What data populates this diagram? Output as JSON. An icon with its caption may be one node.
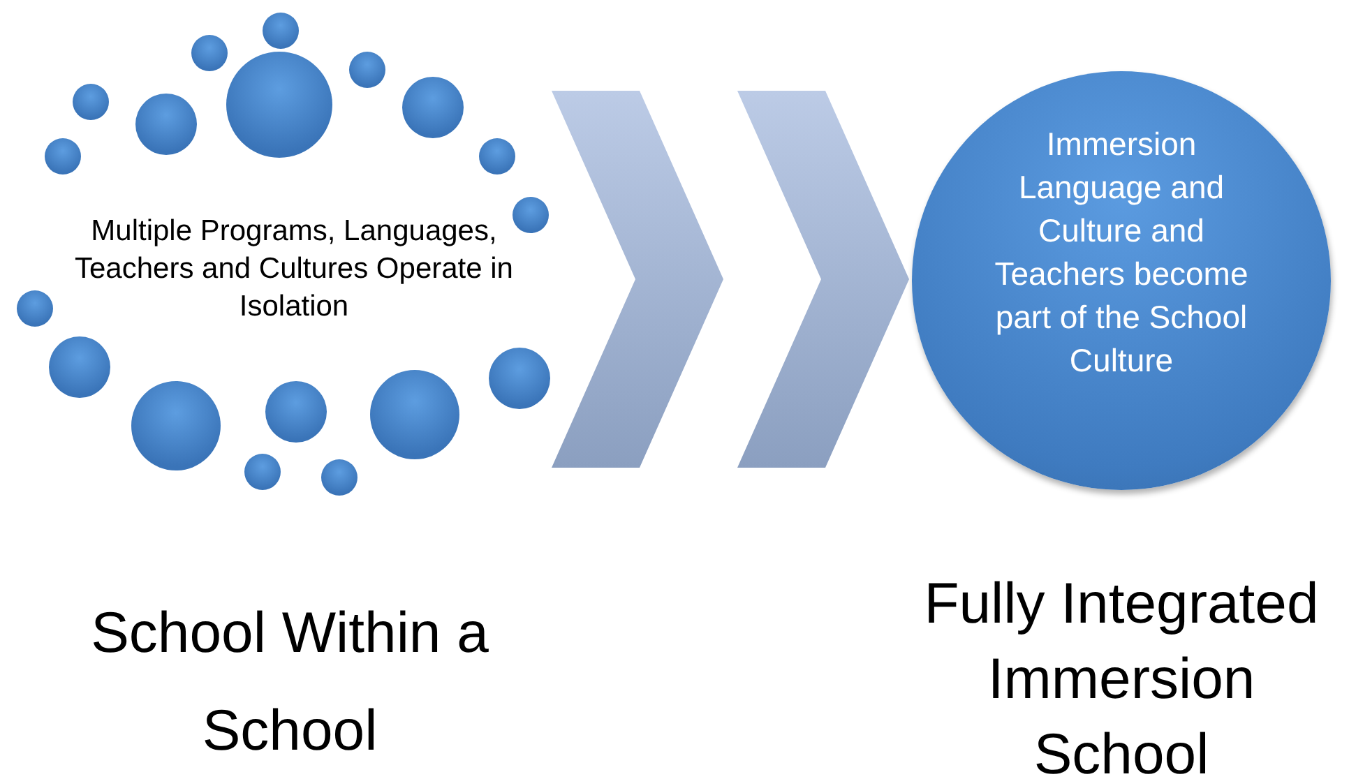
{
  "diagram": {
    "nodes": [
      {
        "text": [
          "Multiple Programs, Languages, Teachers and Cultures Operate in Isolation"
        ]
      },
      {
        "text": [
          "Immersion Language and Culture and Teachers become part of the School Culture"
        ]
      }
    ],
    "edges": [
      {
        "from": 0,
        "to": 1,
        "arrow": "to"
      }
    ],
    "labels": [
      "School Within a School",
      "Fully Integrated Immersion School"
    ]
  }
}
